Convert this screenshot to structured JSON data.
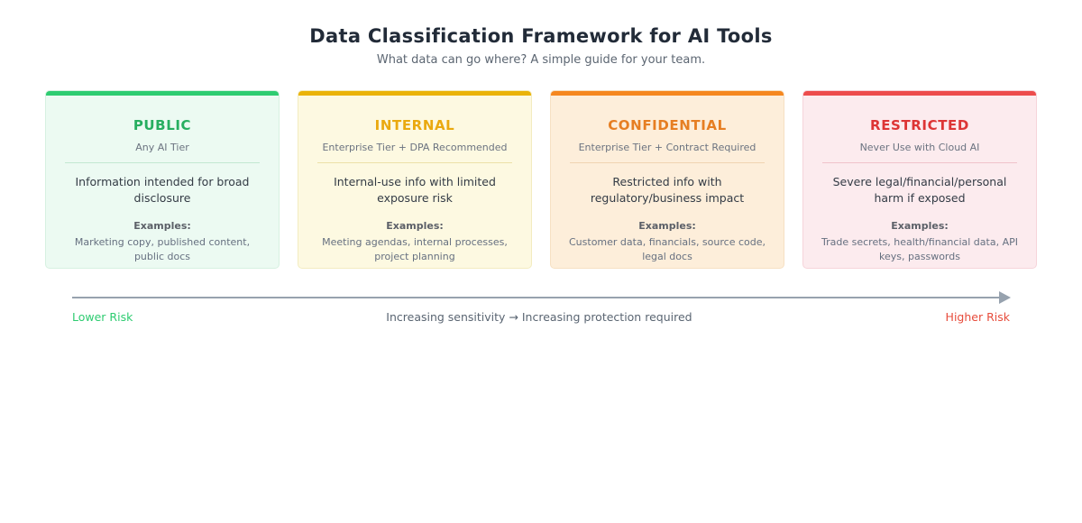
{
  "header": {
    "title": "Data Classification Framework for AI Tools",
    "subtitle": "What data can go where? A simple guide for your team."
  },
  "cards": [
    {
      "id": "public",
      "title": "PUBLIC",
      "requirement": "Any AI Tier",
      "description": "Information intended for broad disclosure",
      "examples_label": "Examples:",
      "examples": "Marketing copy, published content, public docs",
      "accent_color": "#2ecc71",
      "title_color": "#27ae60",
      "bg_color": "#ecfaf2",
      "border_color": "#d7f1e1",
      "divider_color": "#c2e8d2"
    },
    {
      "id": "internal",
      "title": "INTERNAL",
      "requirement": "Enterprise Tier + DPA Recommended",
      "description": "Internal-use info with limited exposure risk",
      "examples_label": "Examples:",
      "examples": "Meeting agendas, internal processes, project planning",
      "accent_color": "#eab308",
      "title_color": "#eaa90f",
      "bg_color": "#fdf9e1",
      "border_color": "#f3ecc0",
      "divider_color": "#ece0a8"
    },
    {
      "id": "confidential",
      "title": "CONFIDENTIAL",
      "requirement": "Enterprise Tier + Contract Required",
      "description": "Restricted info with regulatory/business impact",
      "examples_label": "Examples:",
      "examples": "Customer data, financials, source code, legal docs",
      "accent_color": "#f5871f",
      "title_color": "#e67e22",
      "bg_color": "#fdeeda",
      "border_color": "#f6e0c3",
      "divider_color": "#f0d4b2"
    },
    {
      "id": "restricted",
      "title": "RESTRICTED",
      "requirement": "Never Use with Cloud AI",
      "description": "Severe legal/financial/personal harm if exposed",
      "examples_label": "Examples:",
      "examples": "Trade secrets, health/financial data, API keys, passwords",
      "accent_color": "#ed4c4c",
      "title_color": "#dd3535",
      "bg_color": "#fcebee",
      "border_color": "#f6d4da",
      "divider_color": "#f0c3cb"
    }
  ],
  "axis": {
    "lower_label": "Lower Risk",
    "center_label": "Increasing sensitivity →  Increasing protection required",
    "higher_label": "Higher Risk",
    "lower_color": "#2ecc71",
    "higher_color": "#e74c3c",
    "line_color": "#97a2ae"
  }
}
